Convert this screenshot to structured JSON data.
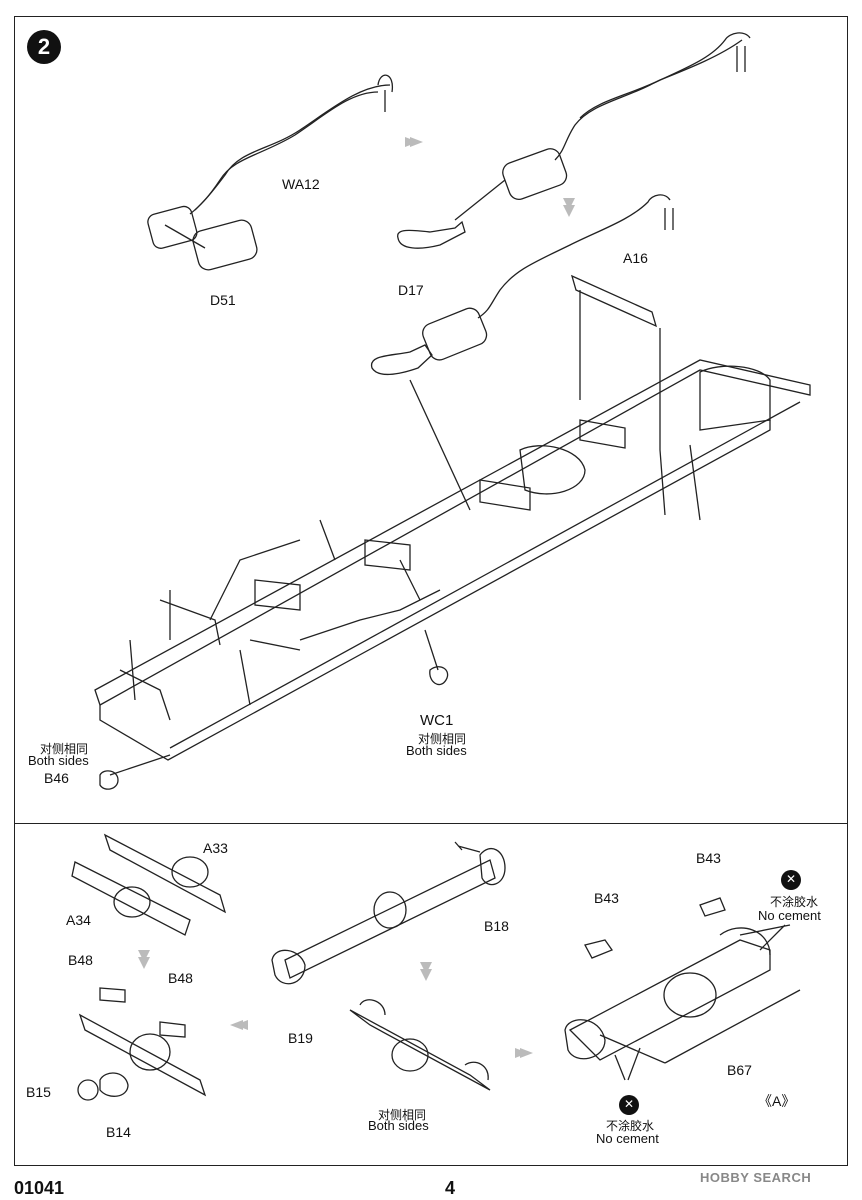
{
  "step": {
    "number": "2"
  },
  "labels": {
    "wa12": "WA12",
    "d51": "D51",
    "d17": "D17",
    "a16": "A16",
    "wc1": "WC1",
    "b46": "B46",
    "a33": "A33",
    "a34": "A34",
    "b18": "B18",
    "b19": "B19",
    "b43_left": "B43",
    "b43_right": "B43",
    "b48_left": "B48",
    "b48_right": "B48",
    "b15": "B15",
    "b14": "B14",
    "b67": "B67",
    "a_mark": "《A》"
  },
  "notes": {
    "both_sides_cn": "对侧相同",
    "both_sides_en": "Both sides",
    "no_cement_cn": "不涂胶水",
    "no_cement_en": "No cement"
  },
  "footer": {
    "code": "01041",
    "page": "4",
    "watermark": "HOBBY SEARCH"
  }
}
